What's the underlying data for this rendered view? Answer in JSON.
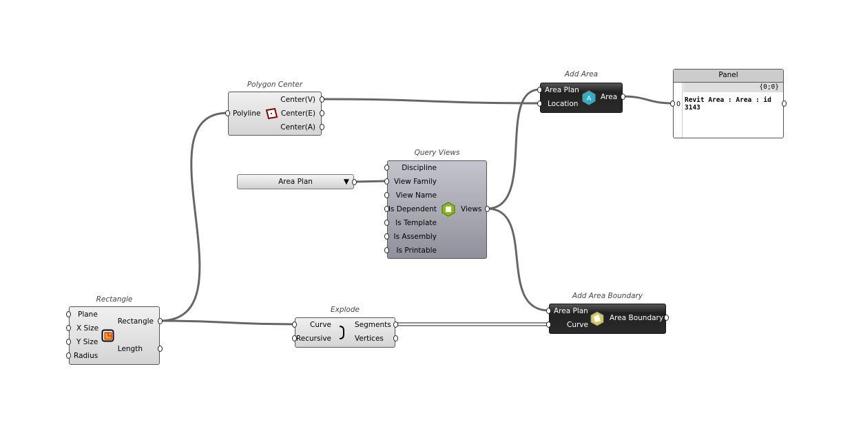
{
  "polygon_center": {
    "title": "Polygon Center",
    "inputs": [
      "Polyline"
    ],
    "outputs": [
      "Center(V)",
      "Center(E)",
      "Center(A)"
    ]
  },
  "value_list": {
    "selected": "Area Plan"
  },
  "query_views": {
    "title": "Query Views",
    "inputs": [
      "Discipline",
      "View Family",
      "View Name",
      "Is Dependent",
      "Is Template",
      "Is Assembly",
      "Is Printable"
    ],
    "outputs": [
      "Views"
    ]
  },
  "add_area": {
    "title": "Add Area",
    "inputs": [
      "Area Plan",
      "Location"
    ],
    "outputs": [
      "Area"
    ],
    "icon_letter": "A"
  },
  "panel": {
    "title": "Panel",
    "path": "{0;0}",
    "index": "0",
    "text": "Revit Area : Area  : id 3143"
  },
  "add_area_boundary": {
    "title": "Add Area Boundary",
    "inputs": [
      "Area Plan",
      "Curve"
    ],
    "outputs": [
      "Area Boundary"
    ]
  },
  "rectangle": {
    "title": "Rectangle",
    "inputs": [
      "Plane",
      "X Size",
      "Y Size",
      "Radius"
    ],
    "outputs": [
      "Rectangle",
      "Length"
    ]
  },
  "explode": {
    "title": "Explode",
    "inputs": [
      "Curve",
      "Recursive"
    ],
    "outputs": [
      "Segments",
      "Vertices"
    ]
  }
}
